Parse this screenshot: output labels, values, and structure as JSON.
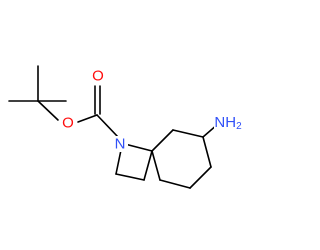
{
  "structure": {
    "atoms": [
      {
        "element": "O",
        "color": "#ff0d0d"
      },
      {
        "element": "O",
        "color": "#ff0d0d"
      },
      {
        "element": "N",
        "color": "#3050f8"
      },
      {
        "element": "NH2",
        "color": "#3050f8"
      }
    ]
  }
}
